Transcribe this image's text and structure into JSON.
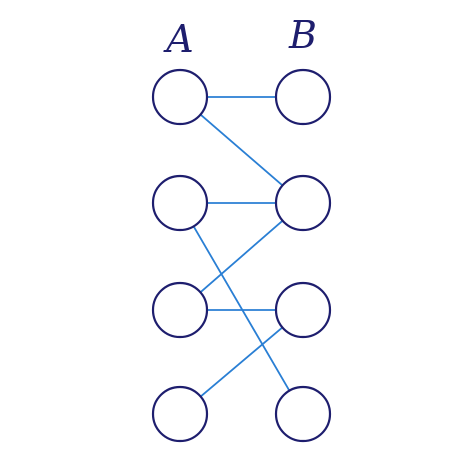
{
  "diagram": {
    "type": "bipartite-graph",
    "columns": [
      {
        "id": "A",
        "label": "A",
        "nodes": [
          "A1",
          "A2",
          "A3",
          "A4"
        ]
      },
      {
        "id": "B",
        "label": "B",
        "nodes": [
          "B1",
          "B2",
          "B3",
          "B4"
        ]
      }
    ],
    "edges": [
      {
        "from": "A1",
        "to": "B1"
      },
      {
        "from": "A1",
        "to": "B2"
      },
      {
        "from": "A2",
        "to": "B2"
      },
      {
        "from": "A2",
        "to": "B4"
      },
      {
        "from": "A3",
        "to": "B2"
      },
      {
        "from": "A3",
        "to": "B3"
      },
      {
        "from": "A4",
        "to": "B3"
      }
    ],
    "colors": {
      "node_stroke": "#1e1e6e",
      "edge": "#2a7fd4",
      "label": "#1e1e6e"
    }
  }
}
